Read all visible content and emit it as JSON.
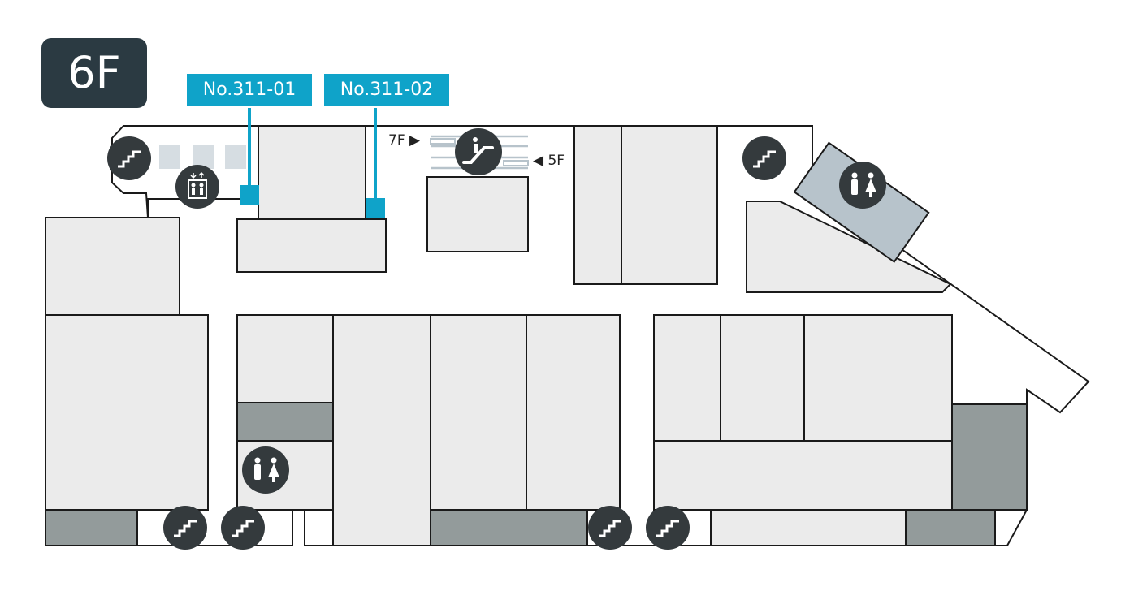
{
  "floor": {
    "label": "6F"
  },
  "spots": [
    {
      "label": "No.311-01"
    },
    {
      "label": "No.311-02"
    }
  ],
  "escalator": {
    "up_label": "7F ▶",
    "down_label": "◀ 5F"
  },
  "colors": {
    "room": "#ebebeb",
    "dark_area": "#939b9b",
    "accent": "#0fa3c9",
    "icon_circle": "#343a3d",
    "restroom_area": "#b7c3cb"
  },
  "icons": [
    "stairs-icon",
    "elevator-icon",
    "escalator-icon",
    "restroom-icon"
  ]
}
